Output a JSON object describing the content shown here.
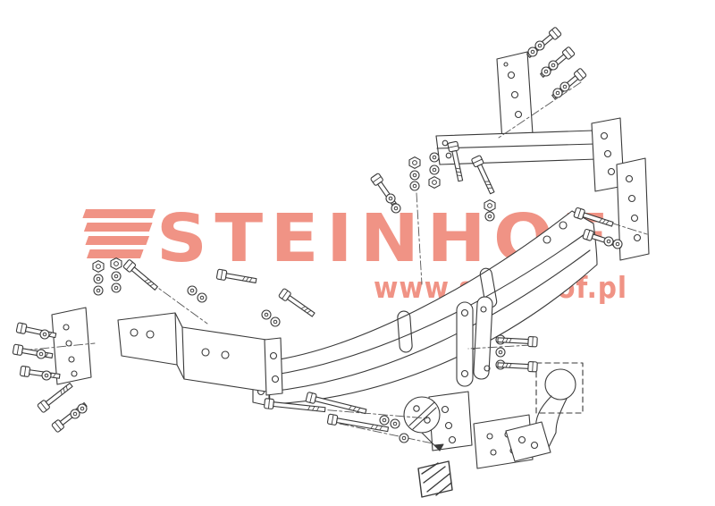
{
  "watermark": {
    "brand": "STEINHOF",
    "registered_mark": "®",
    "website": "www.steinhof.pl",
    "color": "#ee8170",
    "opacity": "0.85"
  },
  "diagram": {
    "background": "#ffffff",
    "line_color": "#3a3a3a",
    "type": "exploded-assembly-drawing",
    "subject": "towbar-mounting-kit",
    "parts": [
      "main-crossbeam",
      "left-side-bracket",
      "far-left-mounting-plate",
      "top-right-mounting-plate",
      "right-mounting-plate",
      "upper-rear-rail",
      "hanger-straps",
      "lower-mounting-plate",
      "detail-callout-circle",
      "tow-ball",
      "ball-flange",
      "bottom-clamp-plate",
      "bottom-bracket",
      "bolts",
      "washers",
      "nuts"
    ]
  }
}
